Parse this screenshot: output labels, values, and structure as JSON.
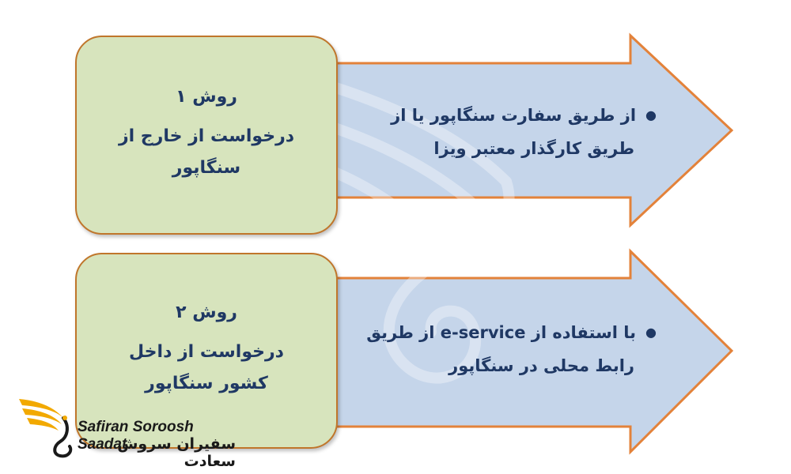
{
  "colors": {
    "box_fill": "#d7e4bd",
    "arrow_fill": "#c5d5ea",
    "outline": "#e3823a",
    "text": "#1f3864",
    "logo_gold": "#f2a900"
  },
  "methods": [
    {
      "title": "روش ۱",
      "description": "درخواست از خارج از سنگاپور",
      "detail": [
        "از طریق سفارت سنگاپور یا از",
        "طریق کارگذار معتبر ویزا"
      ]
    },
    {
      "title": "روش ۲",
      "description": "درخواست از داخل کشور سنگاپور",
      "detail": [
        "با استفاده از e-service از طریق",
        "رابط محلی در سنگاپور"
      ]
    }
  ],
  "logo": {
    "icon": "golden-swan-wing-icon",
    "name_en": "Safiran Soroosh Saadat",
    "name_fa": "سفیران سروش سعادت"
  }
}
